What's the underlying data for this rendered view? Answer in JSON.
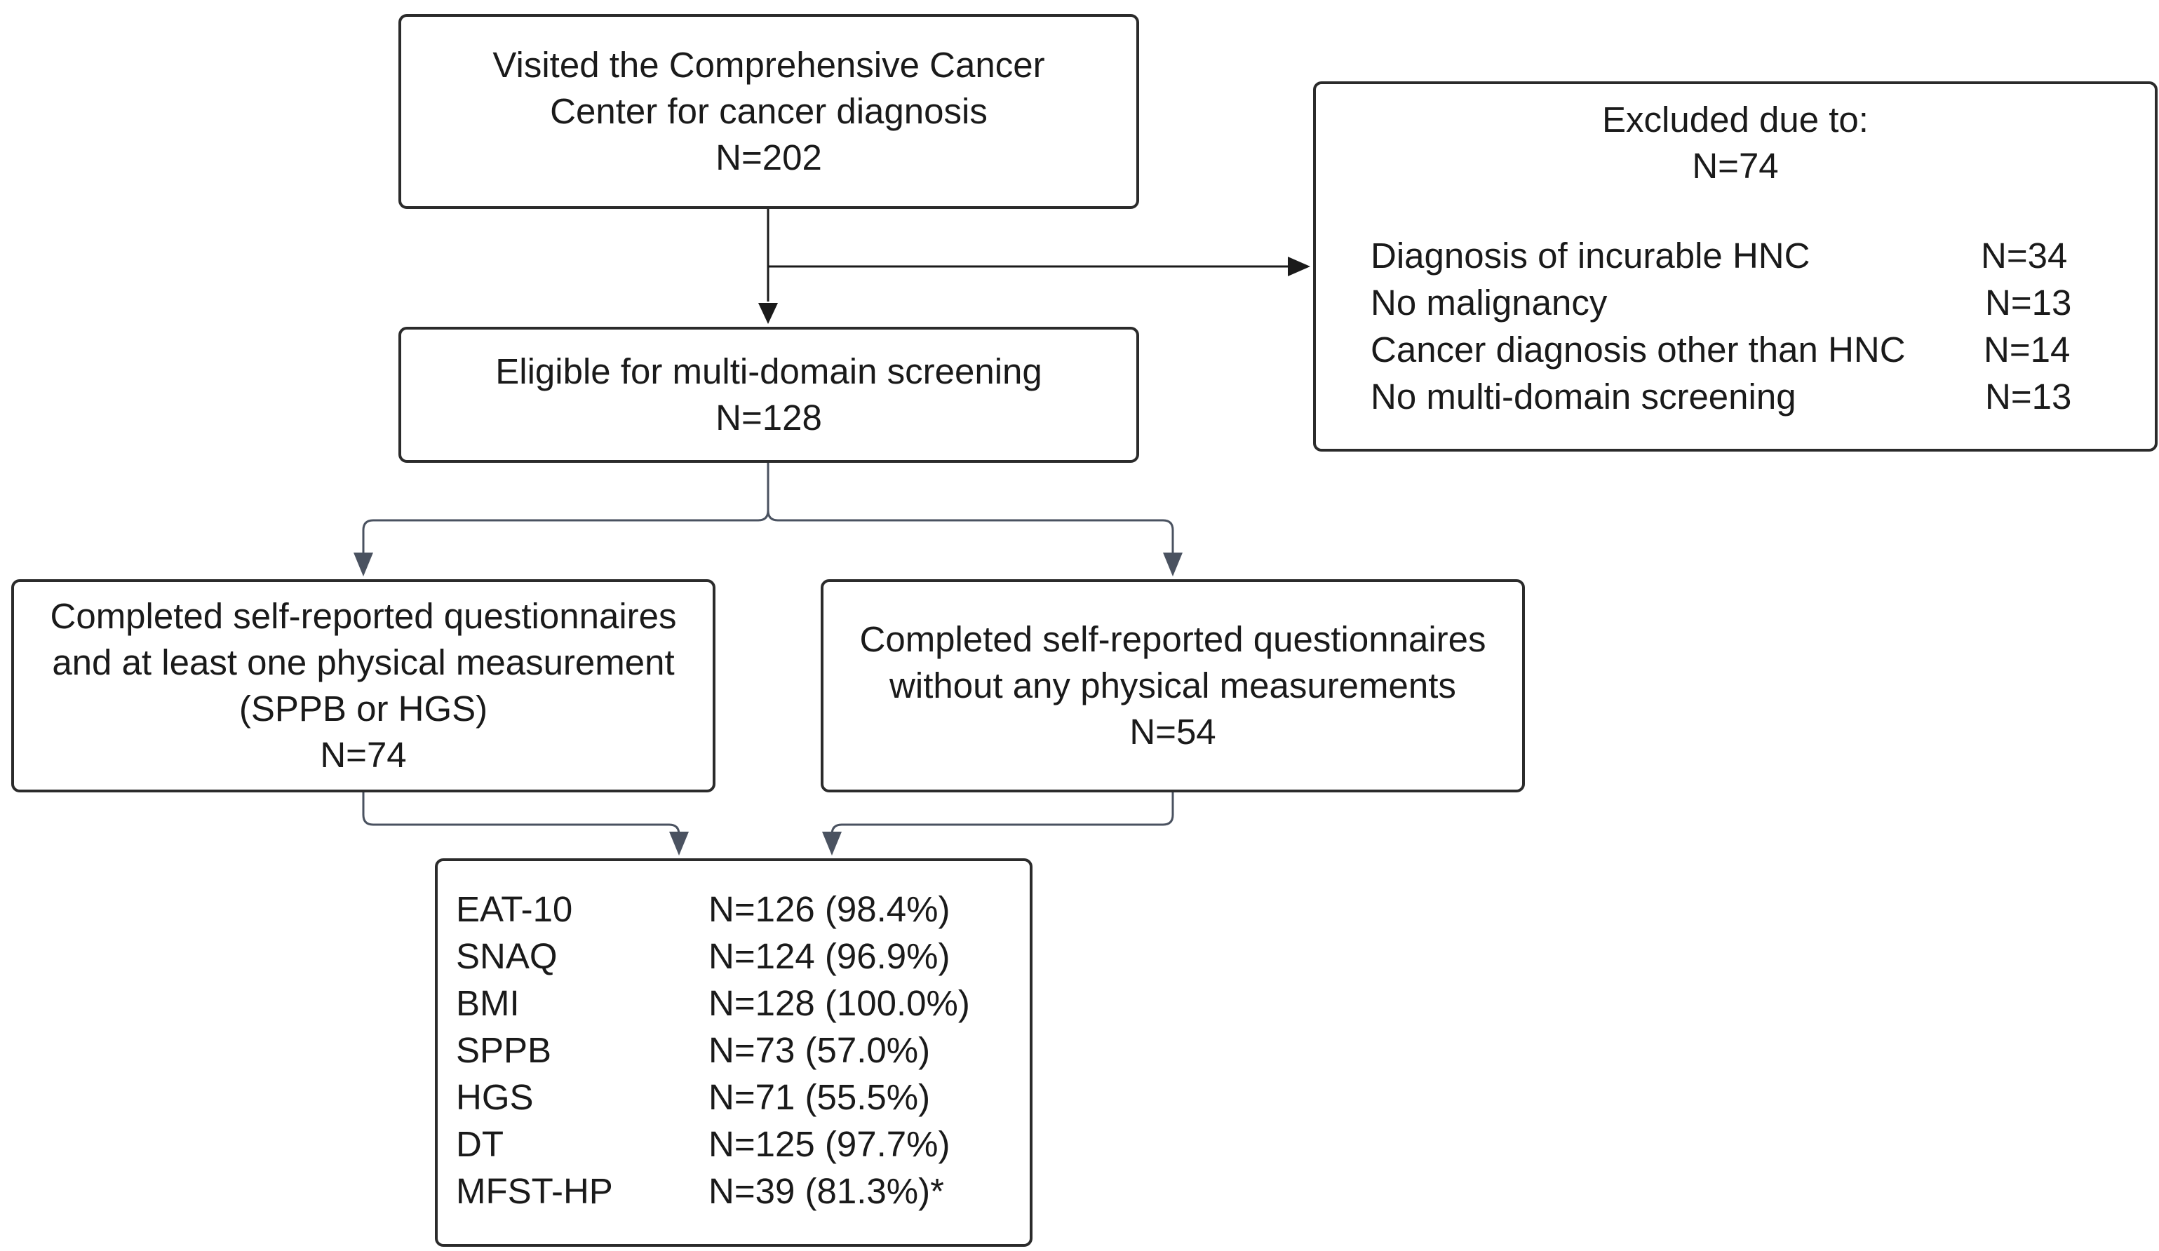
{
  "boxes": {
    "visited": {
      "lines": [
        "Visited the Comprehensive Cancer",
        "Center for cancer diagnosis",
        "N=202"
      ]
    },
    "eligible": {
      "lines": [
        "Eligible for multi-domain screening",
        "N=128"
      ]
    },
    "excluded": {
      "title": "Excluded due to:",
      "total": "N=74",
      "items": [
        {
          "label": "Diagnosis of incurable HNC",
          "count": "N=34"
        },
        {
          "label": "No malignancy",
          "count": "N=13"
        },
        {
          "label": "Cancer diagnosis other than HNC",
          "count": "N=14"
        },
        {
          "label": "No multi-domain screening",
          "count": "N=13"
        }
      ]
    },
    "with_physical": {
      "lines": [
        "Completed self-reported questionnaires",
        "and at least one physical measurement",
        "(SPPB or HGS)",
        "N=74"
      ]
    },
    "without_physical": {
      "lines": [
        "Completed self-reported questionnaires",
        "without any physical measurements",
        "N=54"
      ]
    },
    "measures": {
      "items": [
        {
          "label": "EAT-10",
          "value": "N=126 (98.4%)"
        },
        {
          "label": "SNAQ",
          "value": "N=124 (96.9%)"
        },
        {
          "label": "BMI",
          "value": "N=128 (100.0%)"
        },
        {
          "label": "SPPB",
          "value": "N=73 (57.0%)"
        },
        {
          "label": "HGS",
          "value": "N=71 (55.5%)"
        },
        {
          "label": "DT",
          "value": "N=125 (97.7%)"
        },
        {
          "label": "MFST-HP",
          "value": "N=39 (81.3%)*"
        }
      ]
    }
  },
  "colors": {
    "border": "#2b2b2b",
    "connector_dark": "#1a1a1a",
    "connector_slate": "#4a5260"
  }
}
